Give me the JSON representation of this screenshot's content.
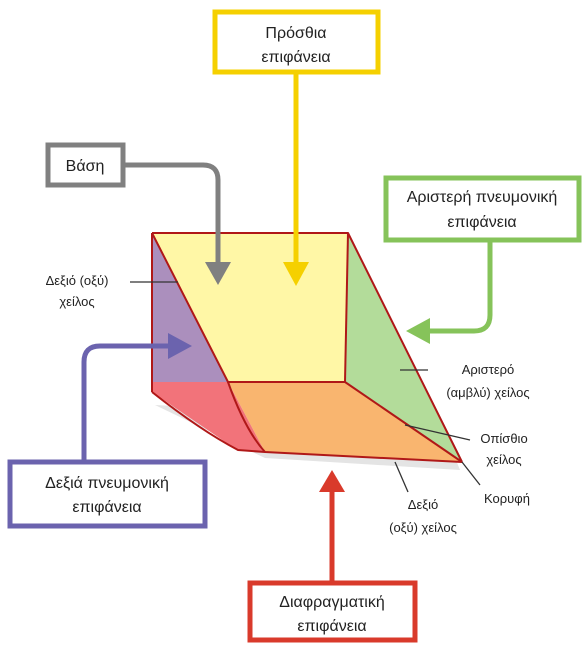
{
  "boxes": {
    "front": {
      "line1": "Πρόσθια",
      "line2": "επιφάνεια",
      "color": "#f5d000"
    },
    "base": {
      "line1": "Βάση",
      "color": "#808080"
    },
    "left_pulmonary": {
      "line1": "Αριστερή πνευμονική",
      "line2": "επιφάνεια",
      "color": "#86c35a"
    },
    "right_pulmonary": {
      "line1": "Δεξιά πνευμονική",
      "line2": "επιφάνεια",
      "color": "#6b63ae"
    },
    "diaphragmatic": {
      "line1": "Διαφραγματική",
      "line2": "επιφάνεια",
      "color": "#d93a2b"
    }
  },
  "labels": {
    "right_acute_border_top": {
      "line1": "Δεξιό (οξύ)",
      "line2": "χείλος"
    },
    "left_obtuse_border": {
      "line1": "Αριστερό",
      "line2": "(αμβλύ) χείλος"
    },
    "posterior_border": {
      "line1": "Οπίσθιο",
      "line2": "χείλος"
    },
    "apex": {
      "line1": "Κορυφή"
    },
    "right_acute_border_bottom": {
      "line1": "Δεξιό",
      "line2": "(οξύ) χείλος"
    }
  },
  "face_colors": {
    "front": "#fff7a6",
    "left_pulmonary": "#b3dc9a",
    "right_pulmonary": "#ab8fbd",
    "diaphragmatic": "#f9b56f",
    "diaphragmatic_right": "#f2737a",
    "shadow": "#e4e4e4",
    "edge": "#b01818"
  }
}
